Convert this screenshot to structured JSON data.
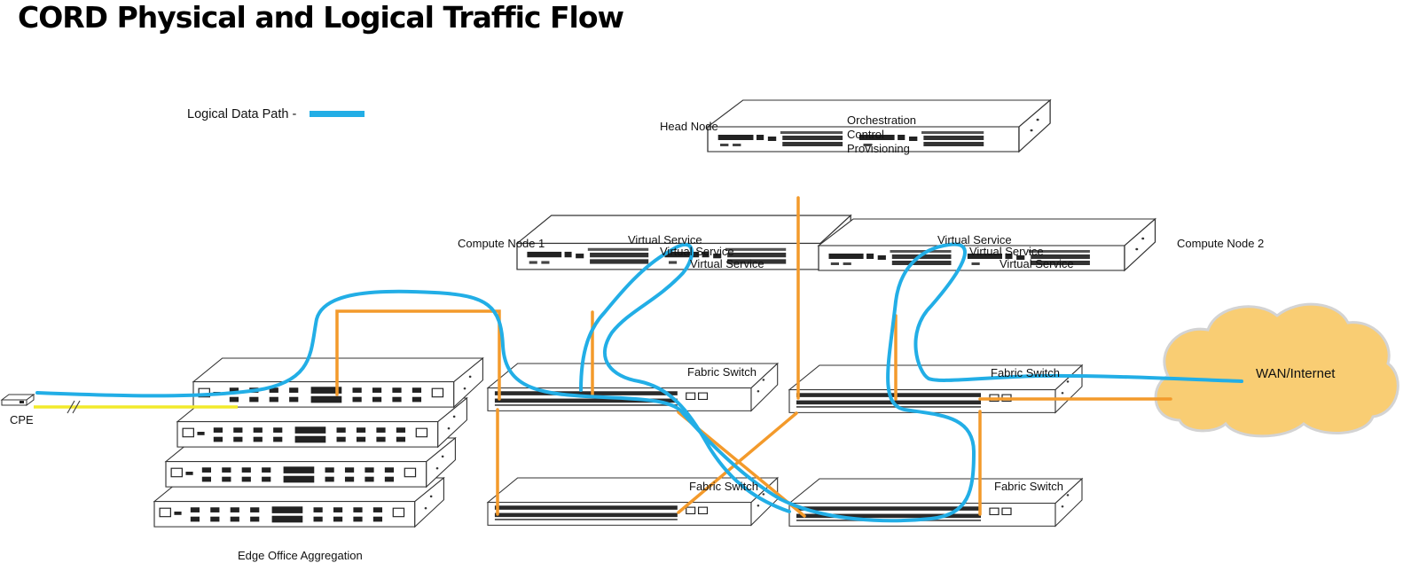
{
  "title": "CORD Physical and Logical Traffic Flow",
  "legend": {
    "label": "Logical Data Path -",
    "color": "#22aee6"
  },
  "colors": {
    "physical_link": "#f39a2b",
    "logical_path": "#22aee6",
    "cpe_link": "#f2ea2a",
    "cloud_fill": "#f9cd73",
    "cloud_edge": "#d3d3d3"
  },
  "labels": {
    "head_node": "Head Node",
    "head_roles": [
      "Orchestration",
      "Control",
      "Provisioning"
    ],
    "compute_node_1": "Compute Node 1",
    "compute_node_2": "Compute Node 2",
    "virtual_services": [
      "Virtual Service",
      "Virtual Service",
      "Virtual Service"
    ],
    "fabric_switch": "Fabric Switch",
    "wan": "WAN/Internet",
    "cpe": "CPE",
    "edge_office": "Edge Office Aggregation"
  }
}
